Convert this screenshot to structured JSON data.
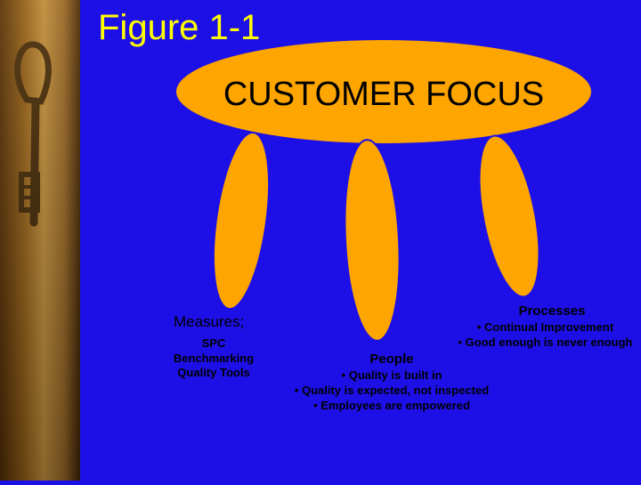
{
  "title": "Figure 1-1",
  "center": {
    "label": "CUSTOMER FOCUS"
  },
  "pillars": {
    "measures": {
      "title": "Measures;",
      "items": [
        "SPC",
        "Benchmarking",
        "Quality Tools"
      ]
    },
    "people": {
      "title": "People",
      "items": [
        "• Quality is built in",
        "• Quality is expected, not inspected",
        "• Employees are empowered"
      ]
    },
    "processes": {
      "title": "Processes",
      "items": [
        "• Continual Improvement",
        "• Good enough is never enough"
      ]
    }
  },
  "colors": {
    "background": "#1d10e6",
    "shape_fill": "#ffa500",
    "title": "#ffff00",
    "text": "#000000"
  },
  "decoration": {
    "sidebar_image": "key-on-parchment"
  }
}
